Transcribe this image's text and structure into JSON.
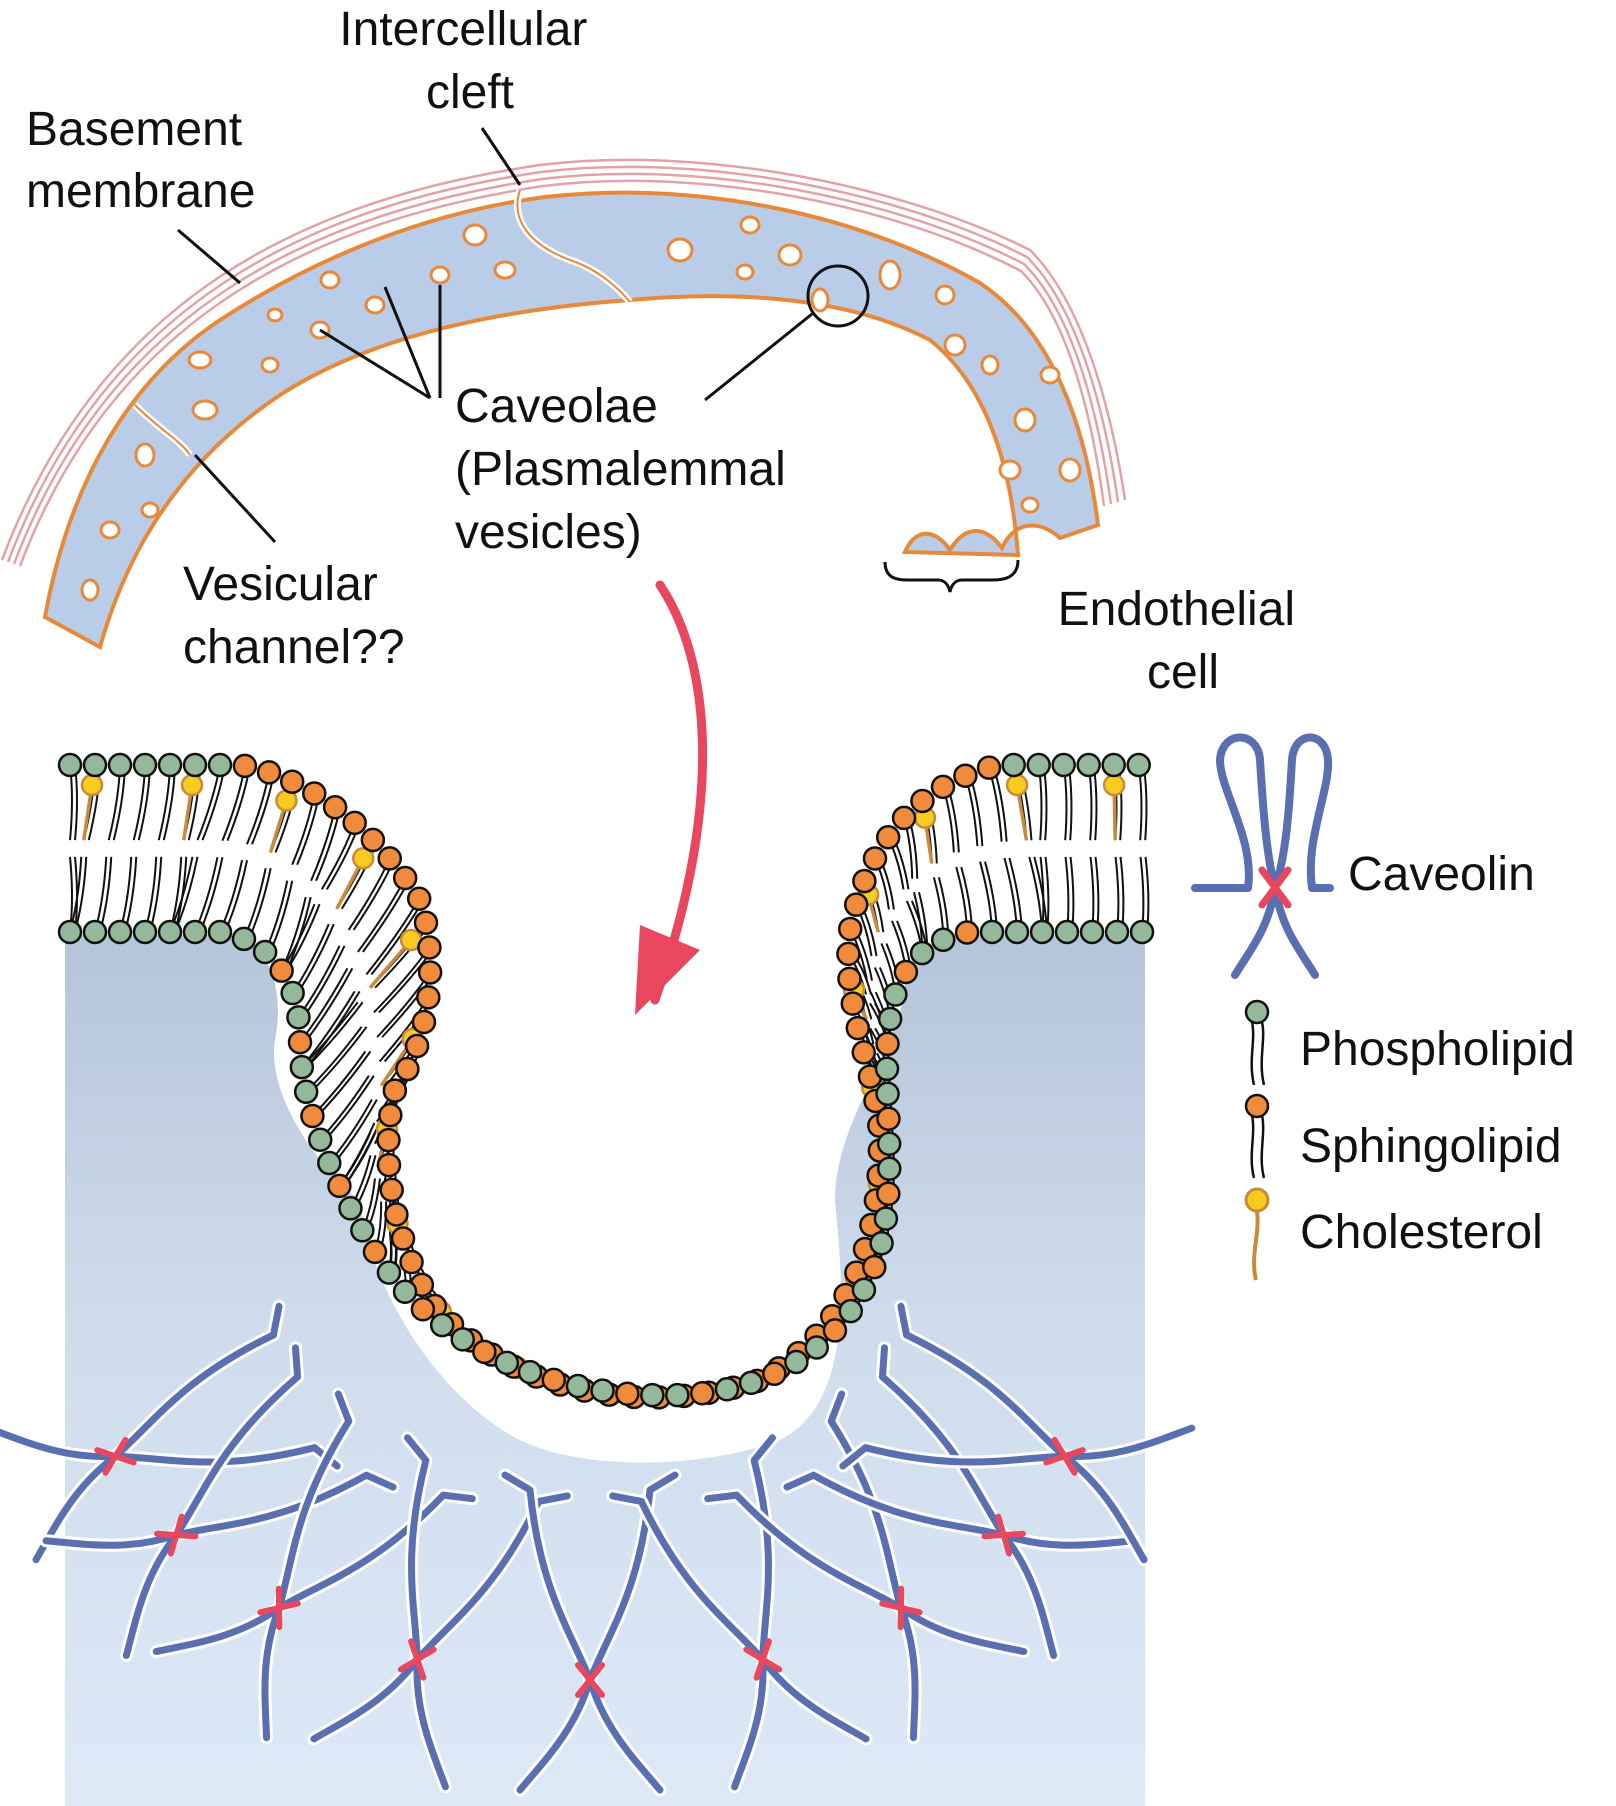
{
  "labels": {
    "intercellular_cleft": [
      "Intercellular",
      "cleft"
    ],
    "basement_membrane": [
      "Basement",
      "membrane"
    ],
    "caveolae": [
      "Caveolae",
      "(Plasmalemmal",
      "vesicles)"
    ],
    "vesicular_channel": [
      "Vesicular",
      "channel??"
    ],
    "endothelial_cell": [
      "Endothelial",
      "cell"
    ]
  },
  "legend": {
    "caveolin": "Caveolin",
    "phospholipid": "Phospholipid",
    "sphingolipid": "Sphingolipid",
    "cholesterol": "Cholesterol"
  },
  "colors": {
    "cell_fill": "#b9cde8",
    "cell_outline": "#e8893a",
    "basement_membrane": "#e3a3a6",
    "phospholipid_head": "#93b89a",
    "sphingolipid_head": "#f08a3c",
    "cholesterol_head": "#f7cc1f",
    "cholesterol_tail": "#c98a3c",
    "caveolin": "#5a6fb0",
    "caveolin_core": "#e8475e",
    "arrow": "#e8475e",
    "cytoplasm_top": "#b7c7da",
    "cytoplasm_bottom": "#dce8f6"
  },
  "icons": {
    "arrow": "curved-arrow-icon",
    "caveolin": "caveolin-protein-icon",
    "phospholipid": "phospholipid-molecule-icon",
    "sphingolipid": "sphingolipid-molecule-icon",
    "cholesterol": "cholesterol-molecule-icon"
  }
}
